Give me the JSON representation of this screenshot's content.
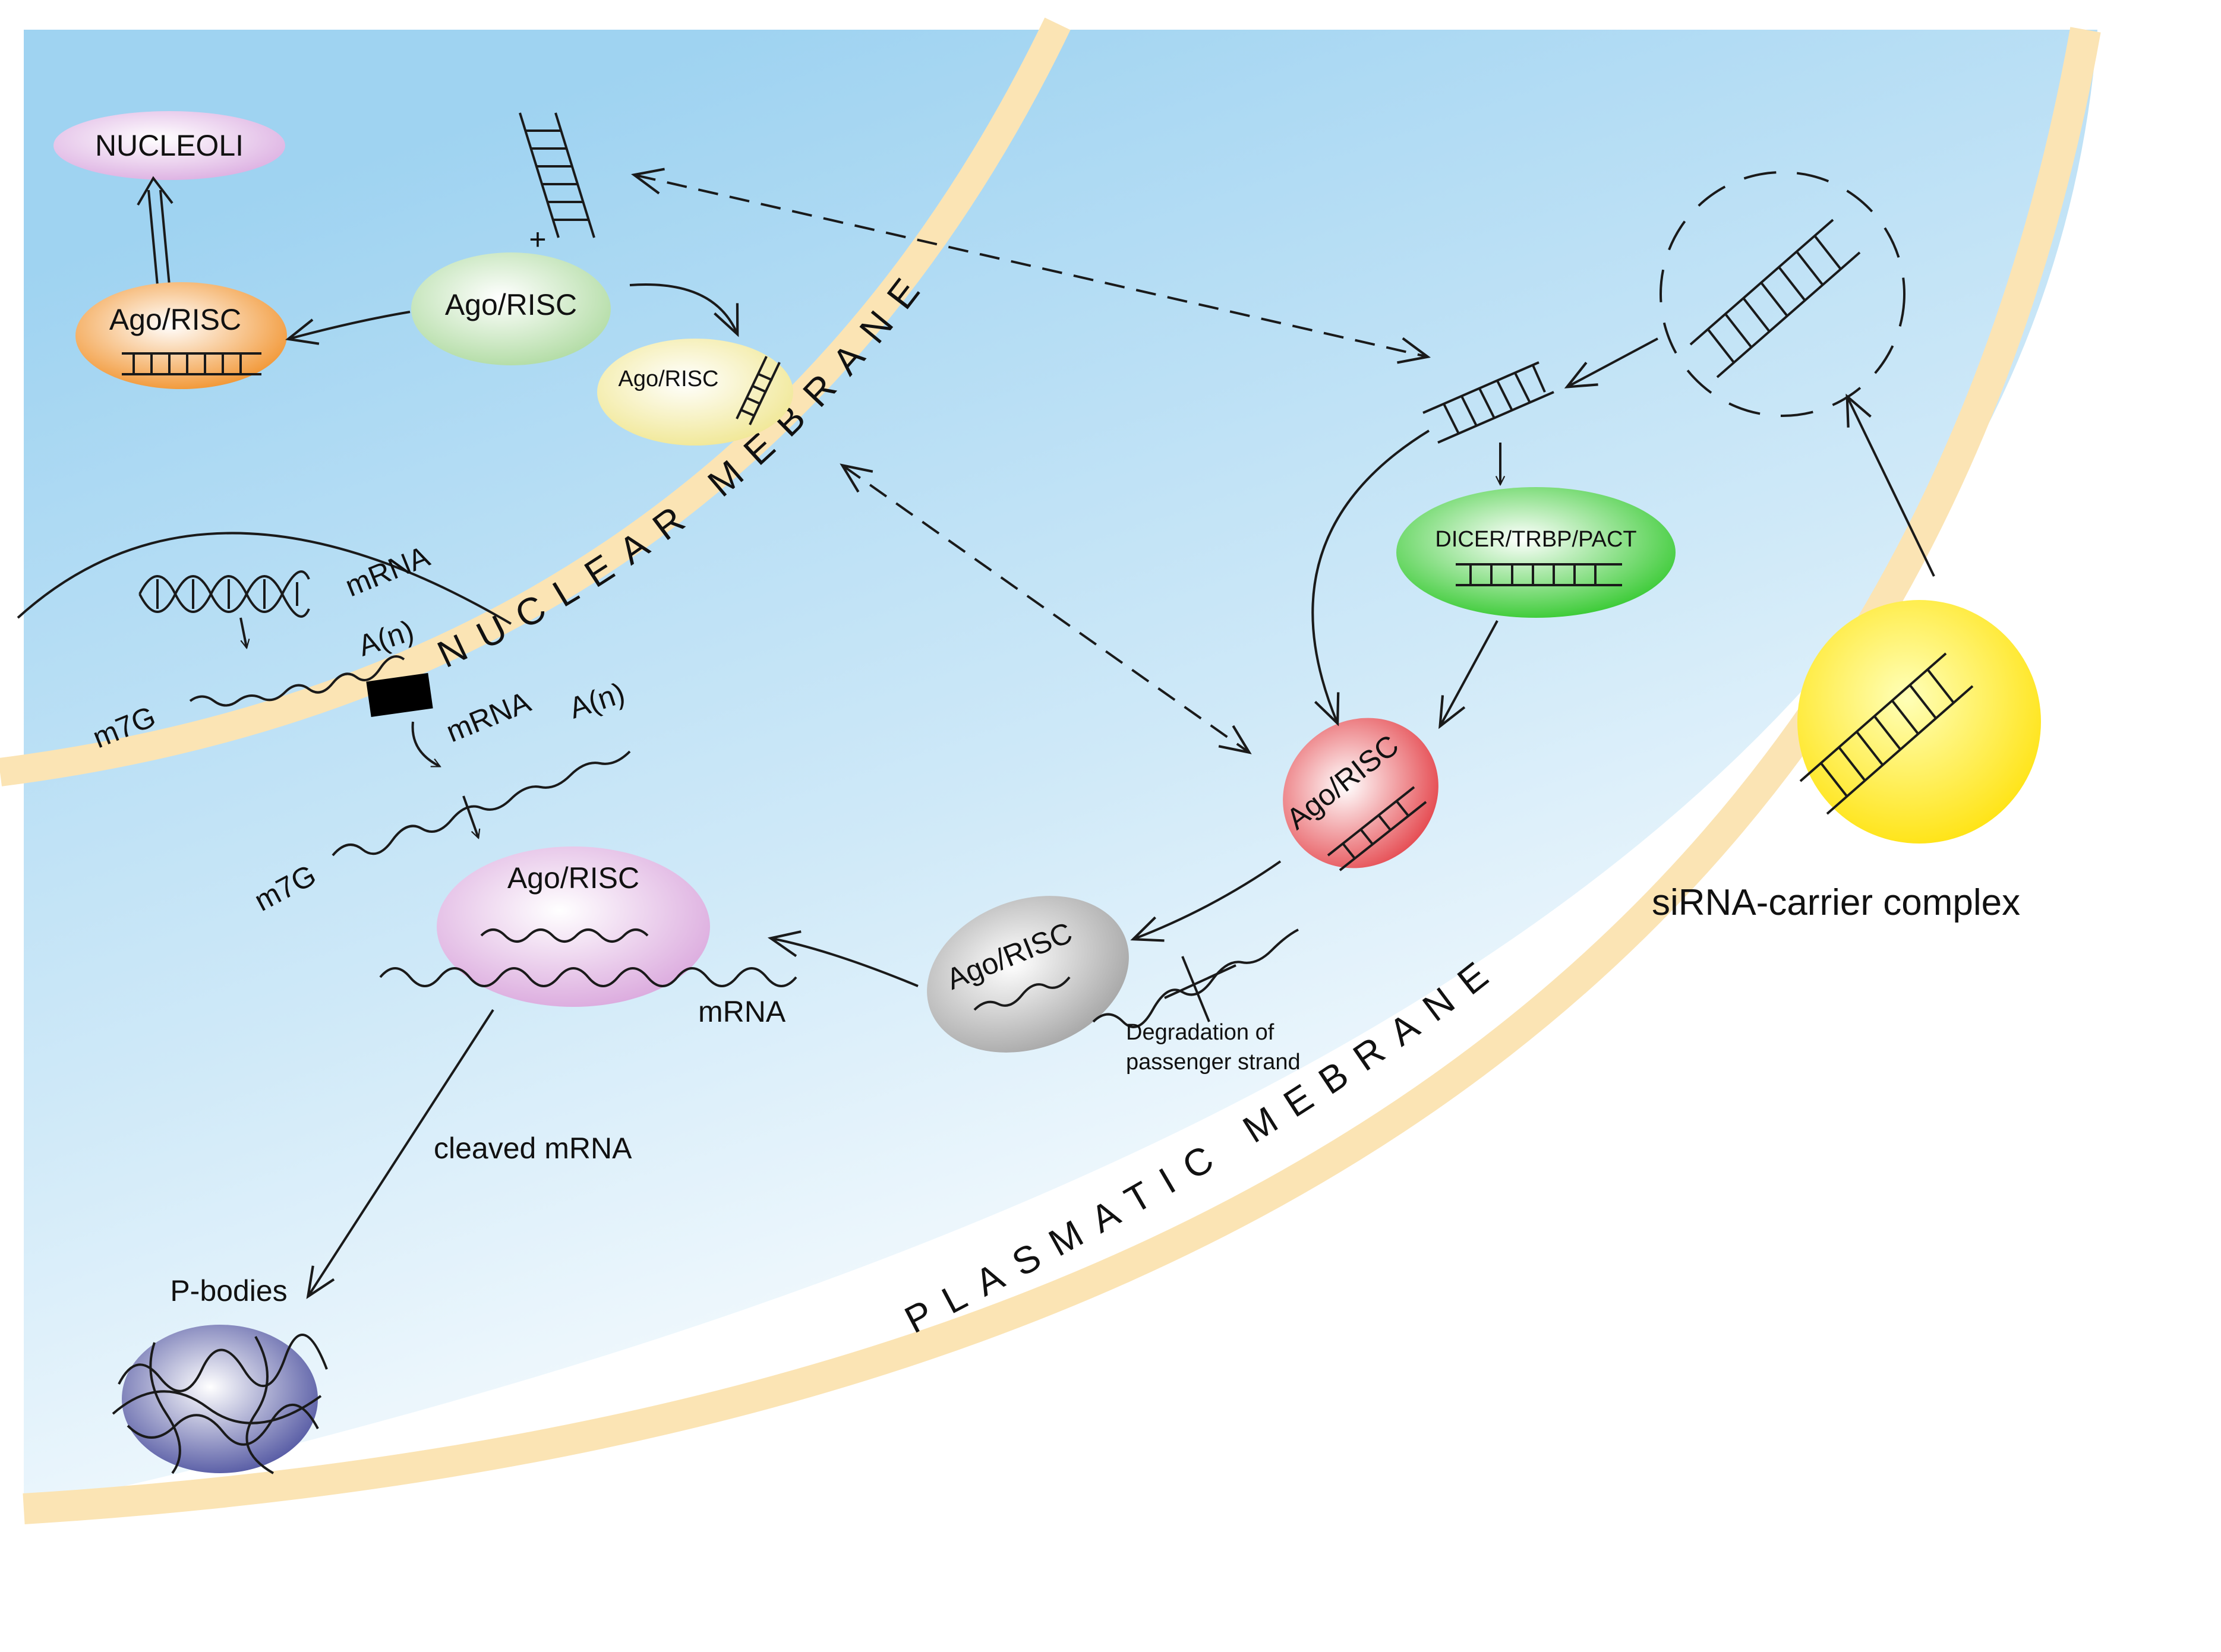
{
  "labels": {
    "nucleoli": "NUCLEOLI",
    "ago_risc": "Ago/RISC",
    "dicer": "DICER/TRBP/PACT",
    "sirna_carrier": "siRNA-carrier complex",
    "nuclear_membrane": "NUCLEAR MEBRANE",
    "plasmatic_membrane": "PLASMATIC MEBRANE",
    "mrna": "mRNA",
    "m7g": "m7G",
    "polya": "A(n)",
    "cleaved_mrna": "cleaved mRNA",
    "p_bodies": "P-bodies",
    "degradation_line1": "Degradation of",
    "degradation_line2": "passenger strand",
    "plus": "+"
  },
  "colors": {
    "cytoplasm_blue": "#a9d8f3",
    "membrane": "#fbe7bd",
    "nucleoli": "#e4c6e8",
    "ago_orange": "#f39a33",
    "ago_green": "#c9e6b9",
    "ago_yellow": "#f6f2b8",
    "dicer_green": "#3fd13a",
    "ago_red": "#e8555a",
    "ago_grey": "#b8b8b8",
    "ago_pink": "#e2b7e2",
    "p_bodies": "#5a5fa8",
    "carrier_yellow": "#ffe81a"
  }
}
